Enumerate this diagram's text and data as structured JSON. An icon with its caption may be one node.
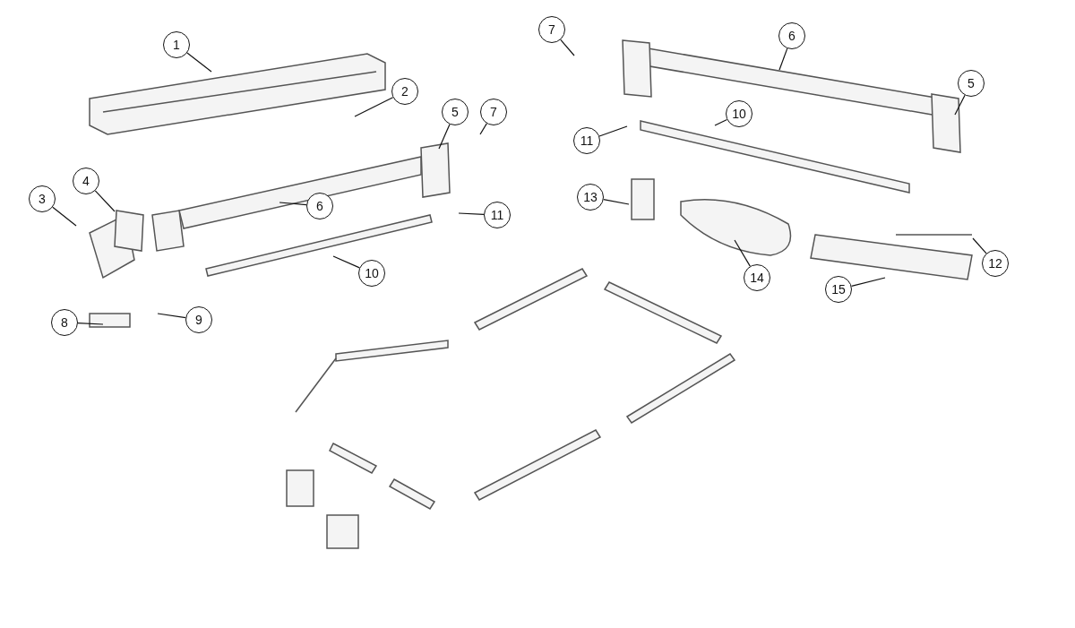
{
  "diagram": {
    "nodes": [
      {
        "text": [
          "7"
        ]
      },
      {
        "text": [
          "6"
        ]
      },
      {
        "text": [
          "1"
        ]
      },
      {
        "text": [
          "5"
        ]
      },
      {
        "text": [
          "2"
        ]
      },
      {
        "text": [
          "5"
        ]
      },
      {
        "text": [
          "7"
        ]
      },
      {
        "text": [
          "10"
        ]
      },
      {
        "text": [
          "11"
        ]
      },
      {
        "text": [
          "4"
        ]
      },
      {
        "text": [
          "13"
        ]
      },
      {
        "text": [
          "3"
        ]
      },
      {
        "text": [
          "6"
        ]
      },
      {
        "text": [
          "11"
        ]
      },
      {
        "text": [
          "12"
        ]
      },
      {
        "text": [
          "10"
        ]
      },
      {
        "text": [
          "14"
        ]
      },
      {
        "text": [
          "15"
        ]
      },
      {
        "text": [
          "9"
        ]
      },
      {
        "text": [
          "8"
        ]
      }
    ],
    "edges": [
      {
        "from": 0,
        "to": null,
        "arrow": "none"
      },
      {
        "from": 1,
        "to": null,
        "arrow": "none"
      },
      {
        "from": 2,
        "to": null,
        "arrow": "none"
      },
      {
        "from": 3,
        "to": null,
        "arrow": "none"
      },
      {
        "from": 4,
        "to": null,
        "arrow": "none"
      },
      {
        "from": 5,
        "to": null,
        "arrow": "none"
      },
      {
        "from": 6,
        "to": null,
        "arrow": "none"
      },
      {
        "from": 7,
        "to": null,
        "arrow": "none"
      },
      {
        "from": 8,
        "to": null,
        "arrow": "none"
      },
      {
        "from": 9,
        "to": null,
        "arrow": "none"
      },
      {
        "from": 10,
        "to": null,
        "arrow": "none"
      },
      {
        "from": 11,
        "to": null,
        "arrow": "none"
      },
      {
        "from": 12,
        "to": null,
        "arrow": "none"
      },
      {
        "from": 13,
        "to": null,
        "arrow": "none"
      },
      {
        "from": 14,
        "to": null,
        "arrow": "none"
      },
      {
        "from": 15,
        "to": null,
        "arrow": "none"
      },
      {
        "from": 16,
        "to": null,
        "arrow": "none"
      },
      {
        "from": 17,
        "to": null,
        "arrow": "none"
      },
      {
        "from": 18,
        "to": null,
        "arrow": "none"
      },
      {
        "from": 19,
        "to": null,
        "arrow": "none"
      }
    ]
  }
}
